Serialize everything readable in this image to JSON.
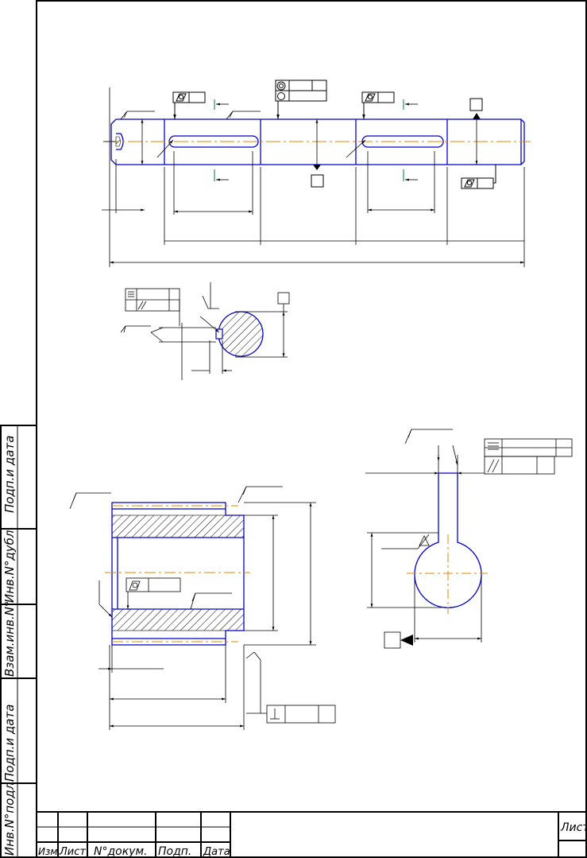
{
  "side_stamp": {
    "cells": [
      "Подп.и дата",
      "Инв.N°дубл.",
      "Взам.инв.N°",
      "Подп.и дата",
      "Инв.N°подл."
    ]
  },
  "title_block": {
    "headers": [
      "Изм.",
      "Лист",
      "N°докум.",
      "Подп.",
      "Дата"
    ],
    "sheet_label": "Лист"
  },
  "colors": {
    "contour": "#0000cc",
    "axis": "#e08a00",
    "lines": "#000000",
    "hatch": "#000000"
  }
}
